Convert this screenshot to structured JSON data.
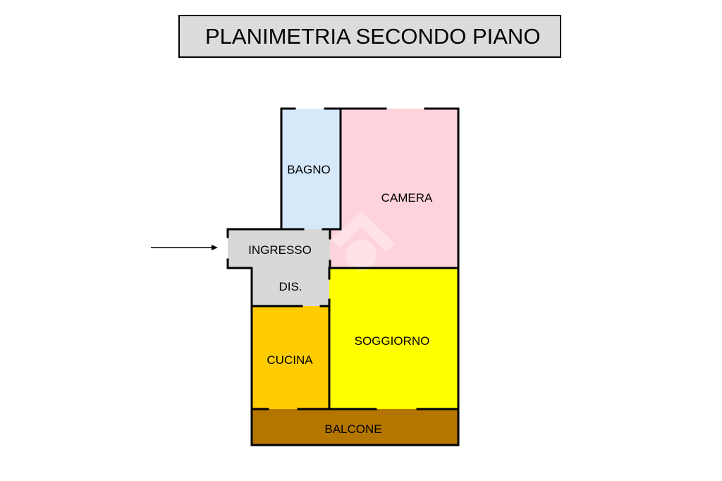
{
  "title": "PLANIMETRIA SECONDO PIANO",
  "colors": {
    "bagno": "#d6e9fb",
    "camera": "#fed3dc",
    "ingresso": "#d8d8d8",
    "dis": "#d8d8d8",
    "cucina": "#ffcc00",
    "soggiorno": "#ffff00",
    "balcone": "#b47600",
    "walls": "#000000"
  },
  "rooms": {
    "bagno": "BAGNO",
    "camera": "CAMERA",
    "ingresso": "INGRESSO",
    "dis": "DIS.",
    "cucina": "CUCINA",
    "soggiorno": "SOGGIORNO",
    "balcone": "BALCONE"
  }
}
